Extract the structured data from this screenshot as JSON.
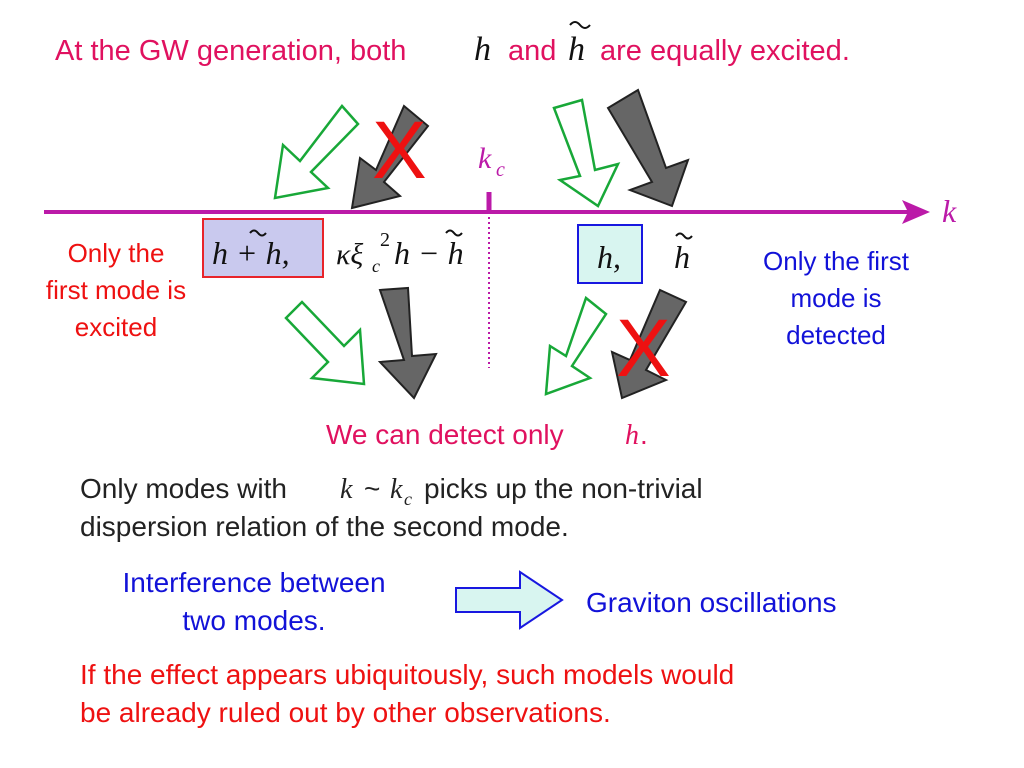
{
  "colors": {
    "title_pink": "#e0115f",
    "axis_magenta": "#bb1aa8",
    "red": "#ee1111",
    "blue": "#1212d8",
    "green": "#18a838",
    "arrow_gray": "#666666",
    "box_purple_fill": "#c9c9ee",
    "box_cyan_fill": "#d8f5f0"
  },
  "header": {
    "text_1": "At the GW generation, both",
    "h": "h",
    "text_and": "and",
    "h_tilde": "h",
    "text_2": "are equally excited."
  },
  "axis": {
    "label_k": "k",
    "kc_k": "k",
    "kc_sub": "c"
  },
  "marks": {
    "x_left": "X",
    "x_right": "X"
  },
  "left_modes": {
    "first_mode": "h + h,",
    "second_mode_kappa": "κξ",
    "second_mode_sub": "c",
    "second_mode_sup": "2",
    "second_mode_rest": "h − h"
  },
  "right_modes": {
    "first_mode": "h,",
    "second_mode": "h"
  },
  "left_note": [
    "Only the",
    "first mode is",
    "excited"
  ],
  "right_note": [
    "Only the first",
    "mode is",
    "detected"
  ],
  "detect_line": {
    "text": "We can detect only",
    "h": "h",
    "period": "."
  },
  "body_text": {
    "line1_pre": "Only modes with",
    "k": "k",
    "tilde": "~",
    "kc_k": "k",
    "kc_sub": "c",
    "line1_post": "picks up the non-trivial",
    "line2": "dispersion relation of the second mode."
  },
  "interference": {
    "left_lines": [
      "Interference between",
      "two modes."
    ],
    "result": "Graviton oscillations"
  },
  "footer": {
    "line1": "If the effect appears ubiquitously, such models would",
    "line2": "be already ruled out by other observations."
  }
}
